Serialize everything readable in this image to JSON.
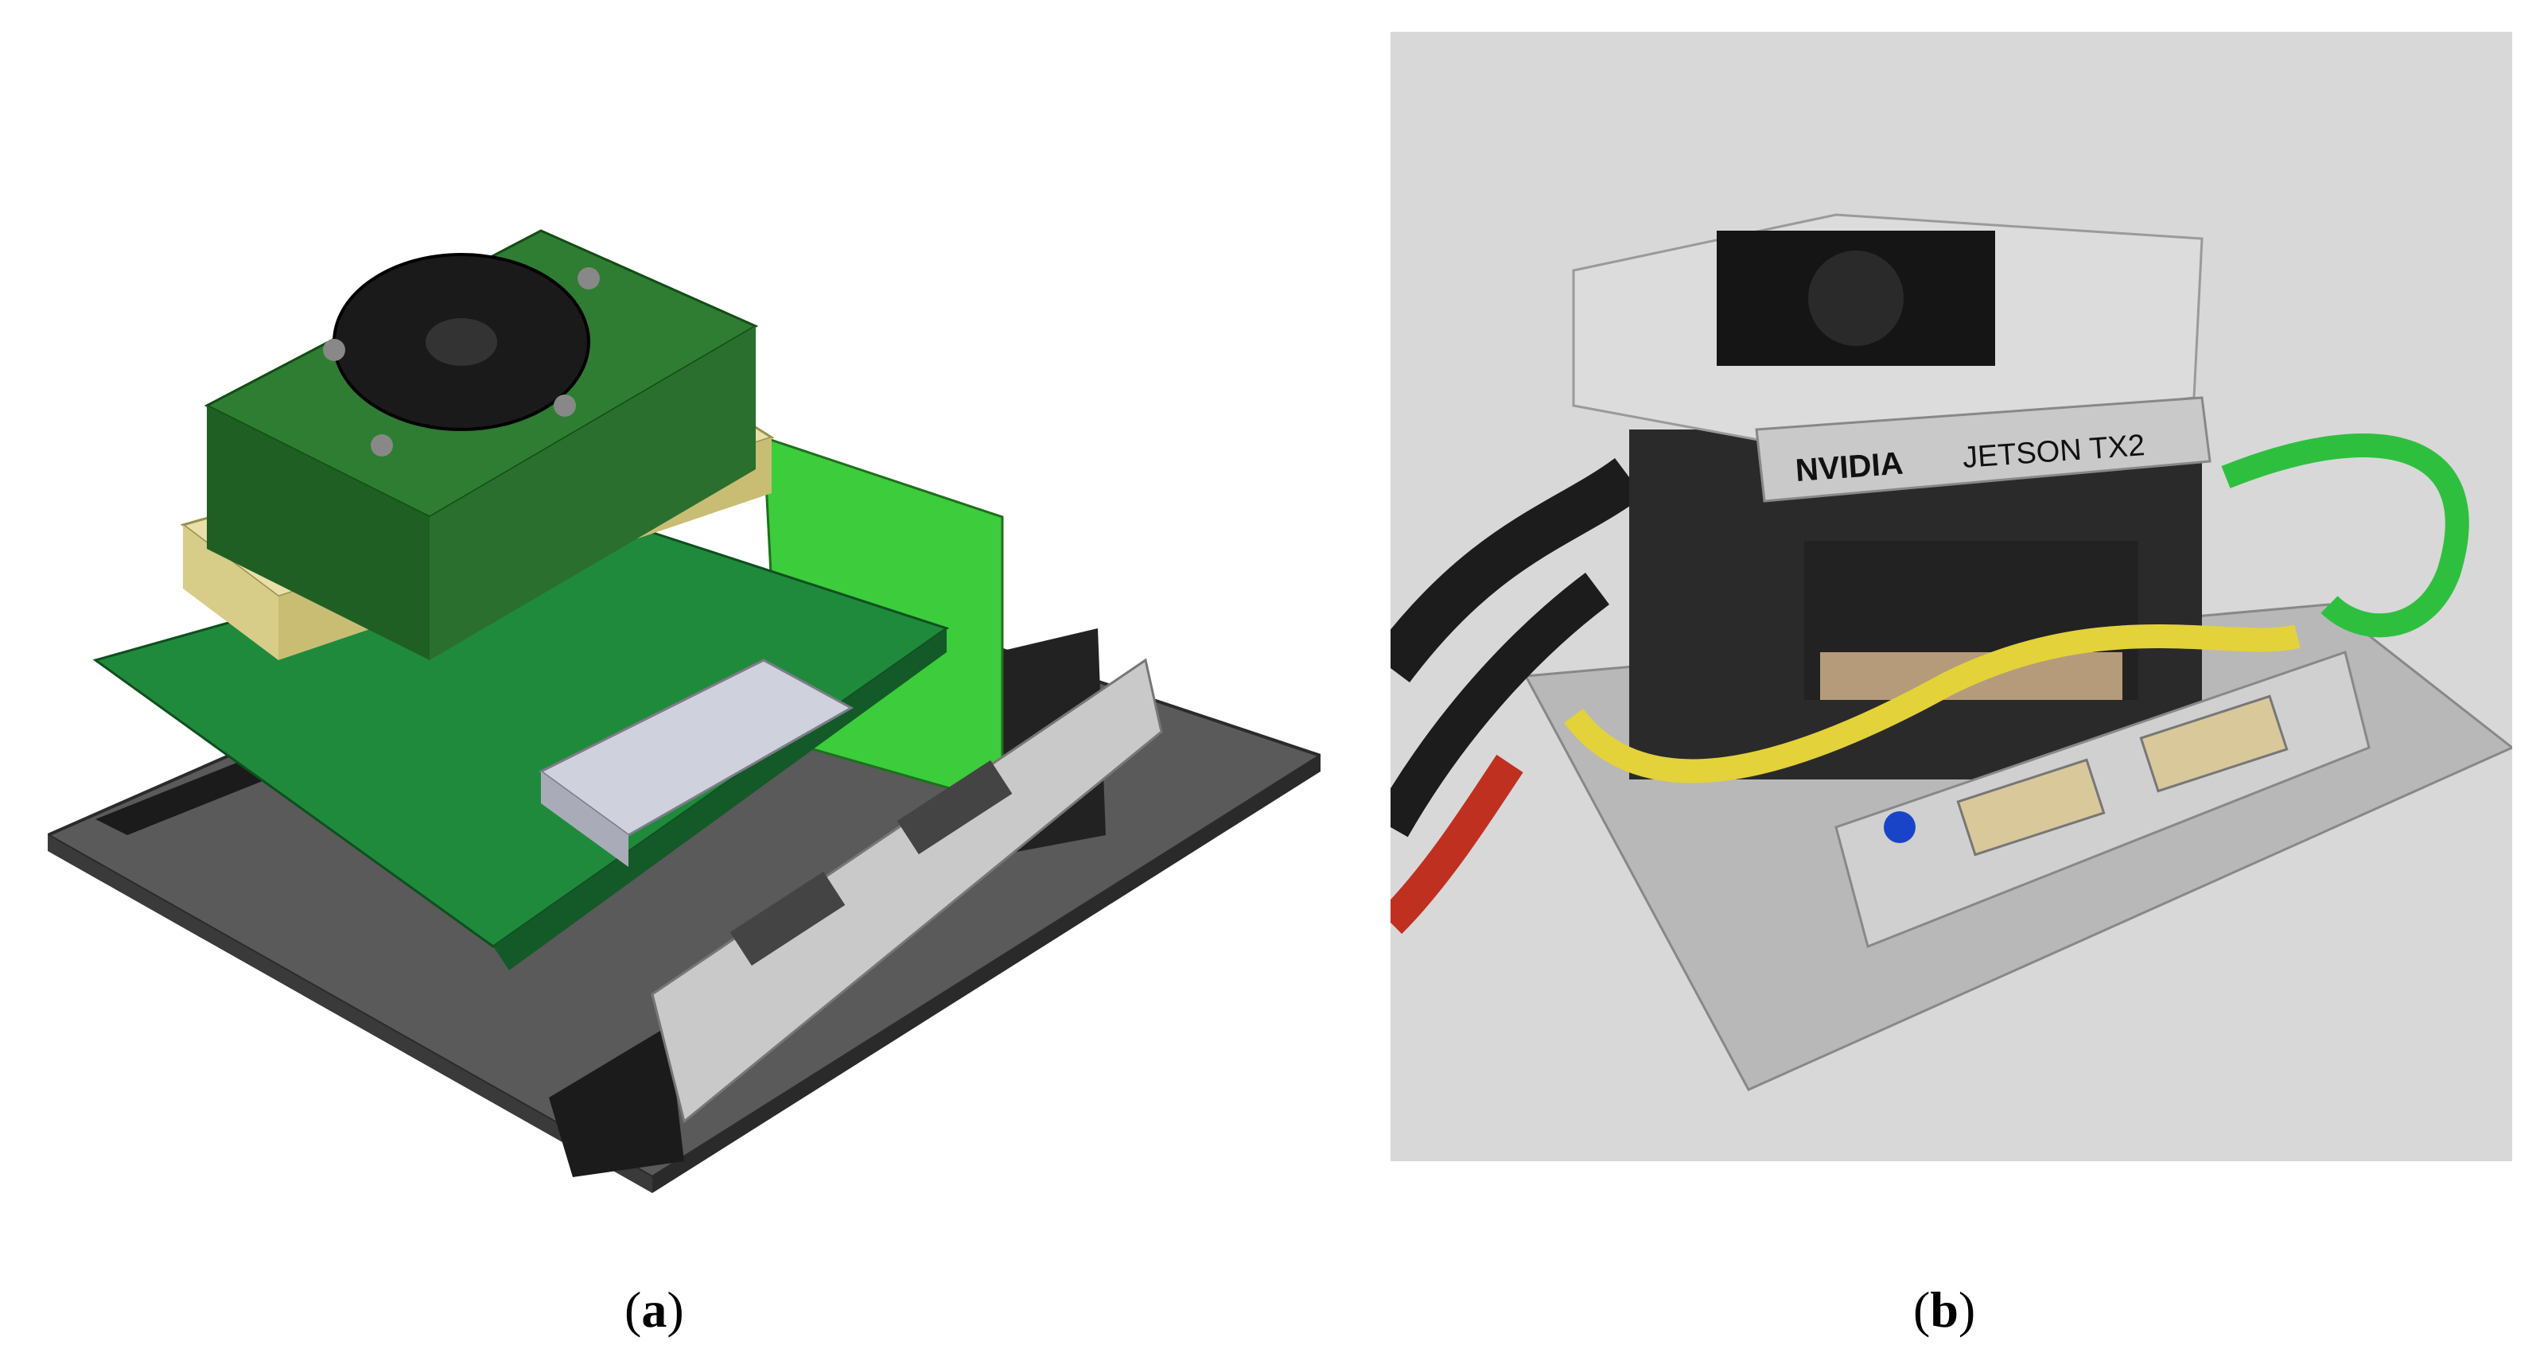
{
  "panel_a": {
    "caption_letter": "a",
    "colors": {
      "pcb": "#1f8a3c",
      "heatsink": "#2e7d32",
      "plate": "#5a5a5a",
      "bracket": "#c9c9c9",
      "pcb_light": "#3ccc3c",
      "gold": "#e8e0a8"
    }
  },
  "panel_b": {
    "caption_letter": "b",
    "logo_text": "NVIDIA",
    "module_text": "JETSON TX2",
    "colors": {
      "background": "#d8d8d8",
      "heatsink": "#dcdcdc",
      "fan": "#141414",
      "plate": "#b8b8b8",
      "cable_yellow": "#e3d23a",
      "cable_green": "#2fbf3f"
    }
  }
}
